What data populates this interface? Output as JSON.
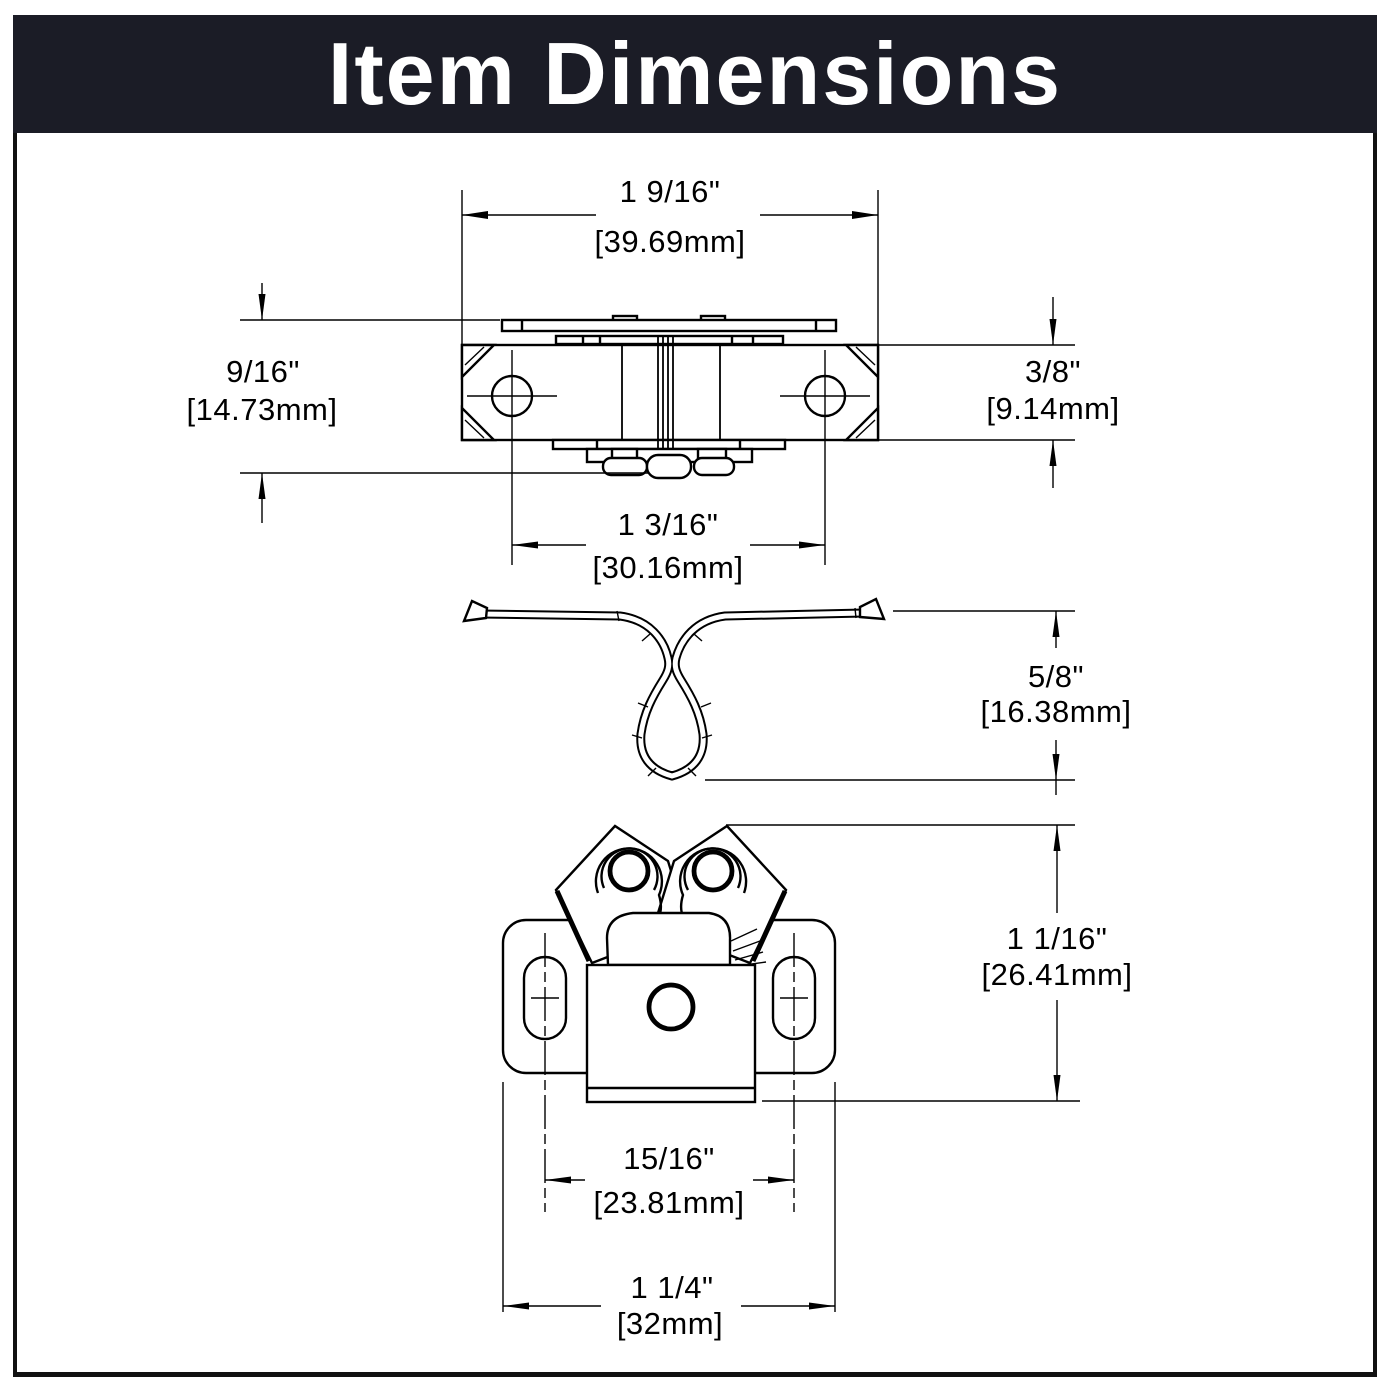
{
  "header": {
    "title": "Item Dimensions"
  },
  "colors": {
    "header_bg": "#1b1c26",
    "header_text": "#ffffff",
    "line": "#000000",
    "page_bg": "#ffffff"
  },
  "dims": {
    "top_width": {
      "in": "1 9/16\"",
      "mm": "[39.69mm]"
    },
    "left_height": {
      "in": "9/16\"",
      "mm": "[14.73mm]"
    },
    "right_height": {
      "in": "3/8\"",
      "mm": "[9.14mm]"
    },
    "hole_spacing": {
      "in": "1 3/16\"",
      "mm": "[30.16mm]"
    },
    "clip_height": {
      "in": "5/8\"",
      "mm": "[16.38mm]"
    },
    "front_height": {
      "in": "1 1/16\"",
      "mm": "[26.41mm]"
    },
    "slot_spacing": {
      "in": "15/16\"",
      "mm": "[23.81mm]"
    },
    "overall_width": {
      "in": "1 1/4\"",
      "mm": "[32mm]"
    }
  }
}
